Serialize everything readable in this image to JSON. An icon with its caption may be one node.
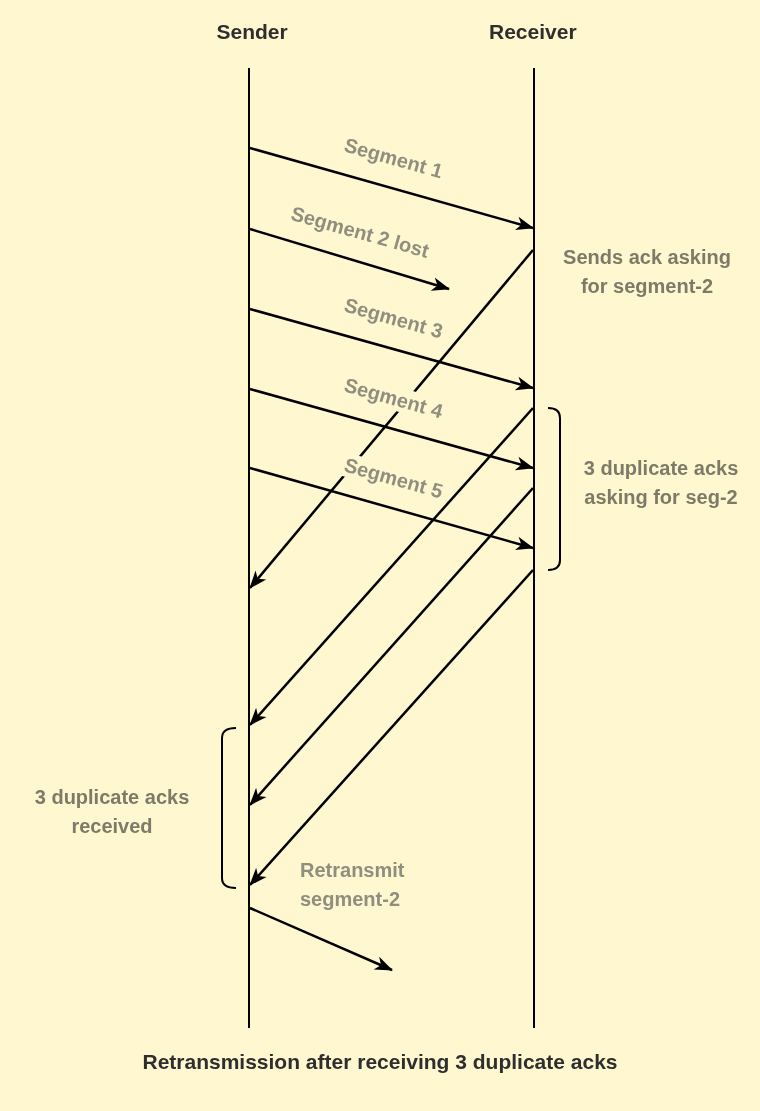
{
  "diagram": {
    "caption": "Retransmission after receiving 3 duplicate acks",
    "nodes": [
      {
        "text": [],
        "shape": "line"
      },
      {
        "text": [],
        "shape": "line"
      }
    ],
    "edges": [
      {
        "from": 0,
        "to": 1,
        "arrow": "to",
        "label": "Segment 1"
      },
      {
        "from": 0,
        "to": null,
        "arrow": "to",
        "label": "Segment 2 lost"
      },
      {
        "from": 0,
        "to": 1,
        "arrow": "to",
        "label": "Segment 3"
      },
      {
        "from": 0,
        "to": 1,
        "arrow": "to",
        "label": "Segment 4"
      },
      {
        "from": 0,
        "to": 1,
        "arrow": "to",
        "label": "Segment 5"
      },
      {
        "from": 1,
        "to": 0,
        "arrow": "to"
      },
      {
        "from": 1,
        "to": 0,
        "arrow": "to"
      },
      {
        "from": 1,
        "to": 0,
        "arrow": "to"
      },
      {
        "from": 1,
        "to": 0,
        "arrow": "to"
      },
      {
        "from": 0,
        "to": null,
        "arrow": "to",
        "label": "Retransmit segment-2"
      }
    ],
    "labels": [
      "Sender",
      "Receiver",
      "Sends ack asking for segment-2",
      "3 duplicate acks asking for seg-2",
      "3 duplicate acks received"
    ]
  }
}
